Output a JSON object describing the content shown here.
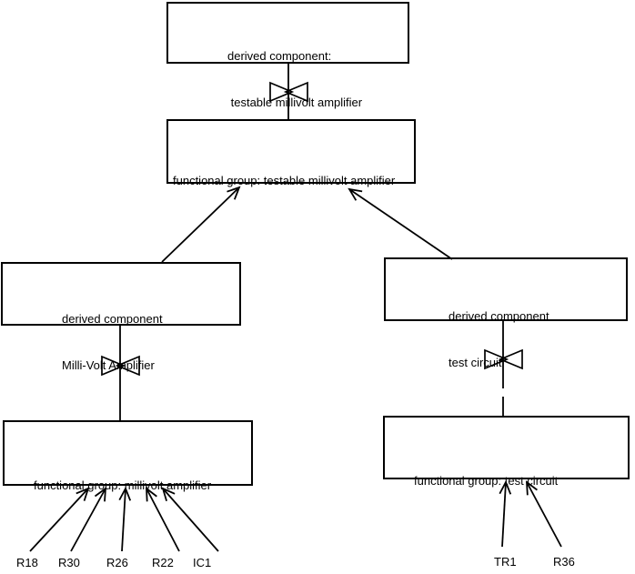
{
  "colors": {
    "background": "#ffffff",
    "line": "#000000",
    "text": "#000000"
  },
  "icons": {
    "bowtie": "bowtie-decomposition-symbol",
    "arrowhead": "open-arrowhead"
  },
  "boxes": {
    "derived_testable": {
      "line1": "derived component:",
      "line2": " testable millivolt amplifier"
    },
    "fg_testable": {
      "line1": "functional group: testable millivolt amplifier"
    },
    "derived_mva": {
      "line1": "derived component",
      "line2": "Milli-Volt Amplifier"
    },
    "fg_mva": {
      "line1": "functional group: millivolt amplifier"
    },
    "derived_test": {
      "line1": "derived component",
      "line2": "test circuit"
    },
    "fg_test": {
      "line1": "functional group: test circuit"
    }
  },
  "components_left": [
    "R18",
    "R30",
    "R26",
    "R22",
    "IC1"
  ],
  "components_right": [
    "TR1",
    "R36"
  ]
}
